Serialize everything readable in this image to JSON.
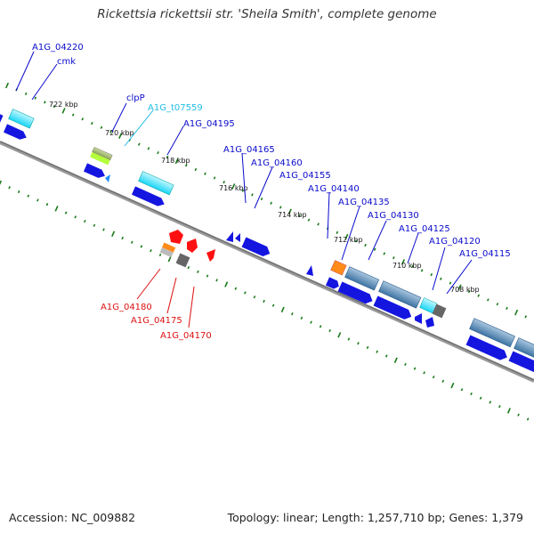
{
  "title": "Rickettsia rickettsii str. 'Sheila Smith', complete genome",
  "footer": {
    "accession": "Accession: NC_009882",
    "summary": "Topology: linear; Length: 1,257,710 bp; Genes: 1,379"
  },
  "colors": {
    "blue_label": "#0a0acc",
    "cyan_label": "#22bde6",
    "red_label": "#dd1111",
    "backbone": "#888888",
    "tick": "#1a7a1a",
    "gene_blue": "#1515e0",
    "gene_steel": "#4d82b0",
    "gene_cyan": "#2de0ff",
    "gene_red": "#ff1111"
  },
  "scale_labels": [
    "722 kbp",
    "720 kbp",
    "718 kbp",
    "716 kbp",
    "714 kbp",
    "712 kbp",
    "710 kbp",
    "708 kbp"
  ],
  "gene_labels": {
    "top": [
      "A1G_04220",
      "cmk",
      "clpP",
      "A1G_t07559",
      "A1G_04195",
      "A1G_04165",
      "A1G_04160",
      "A1G_04155",
      "A1G_04140",
      "A1G_04135",
      "A1G_04130",
      "A1G_04125",
      "A1G_04120",
      "A1G_04115"
    ],
    "bottom": [
      "A1G_04180",
      "A1G_04175",
      "A1G_04170"
    ]
  }
}
